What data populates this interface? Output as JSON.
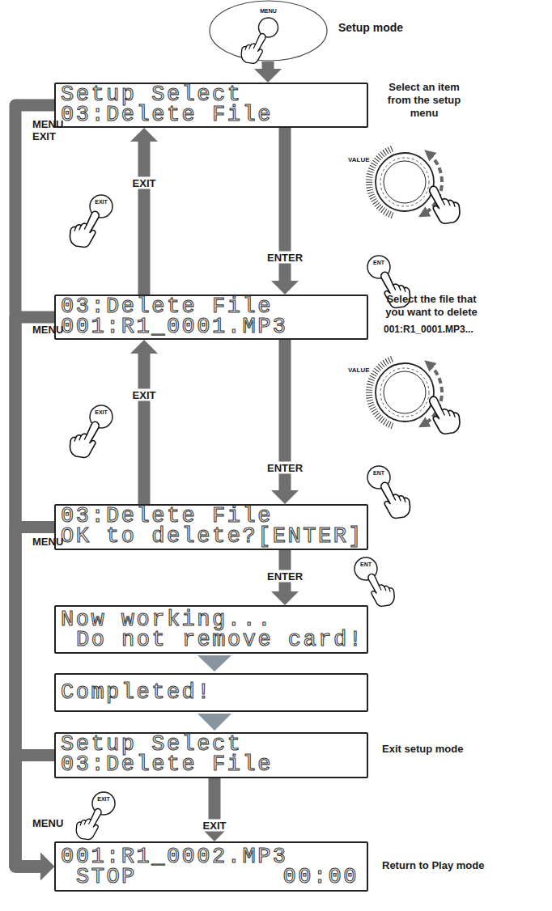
{
  "diagram": {
    "nodes": [
      {
        "text": [
          "MENU"
        ]
      },
      {
        "text": [
          "Setup Select",
          "03:Delete File"
        ]
      },
      {
        "text": [
          "EXIT"
        ]
      },
      {
        "text": [
          "ENT"
        ]
      },
      {
        "text": [
          "03:Delete File",
          "001:R1_0001.MP3"
        ]
      },
      {
        "text": [
          "EXIT"
        ]
      },
      {
        "text": [
          "ENT"
        ]
      },
      {
        "text": [
          "03:Delete File",
          "OK to delete?[ENTER]"
        ]
      },
      {
        "text": [
          "ENT"
        ]
      },
      {
        "text": [
          "Now working...",
          "Do not remove card!"
        ]
      },
      {
        "text": [
          "Completed!"
        ]
      },
      {
        "text": [
          "Setup Select",
          "03:Delete File"
        ]
      },
      {
        "text": [
          "EXIT"
        ]
      },
      {
        "text": [
          "001:R1_0002.MP3",
          "STOP",
          "00:00"
        ]
      }
    ],
    "edges": [
      {
        "from": 0,
        "to": 1,
        "arrow": "to"
      },
      {
        "from": 1,
        "to": 4,
        "label": "ENTER",
        "arrow": "to"
      },
      {
        "from": 4,
        "to": 1,
        "label": "EXIT",
        "arrow": "to"
      },
      {
        "from": 4,
        "to": 7,
        "label": "ENTER",
        "arrow": "to"
      },
      {
        "from": 7,
        "to": 4,
        "label": "EXIT",
        "arrow": "to"
      },
      {
        "from": 7,
        "to": 9,
        "label": "ENTER",
        "arrow": "to"
      },
      {
        "from": 9,
        "to": 10,
        "arrow": "to"
      },
      {
        "from": 10,
        "to": 11,
        "arrow": "to"
      },
      {
        "from": 11,
        "to": 13,
        "label": "EXIT",
        "arrow": "to"
      },
      {
        "from": 1,
        "to": 13,
        "label": "MENU EXIT",
        "arrow": "to"
      },
      {
        "from": 4,
        "to": 13,
        "label": "MENU",
        "arrow": "to"
      },
      {
        "from": 7,
        "to": 13,
        "label": "MENU",
        "arrow": "to"
      },
      {
        "from": 11,
        "to": 13,
        "label": "MENU",
        "arrow": "to"
      }
    ],
    "labels": [
      "Setup mode",
      "Select an item from the setup menu",
      "VALUE",
      "Select the file that you want to delete",
      "001:R1_0001.MP3...",
      "VALUE",
      "Exit setup mode",
      "Return to Play mode"
    ]
  }
}
